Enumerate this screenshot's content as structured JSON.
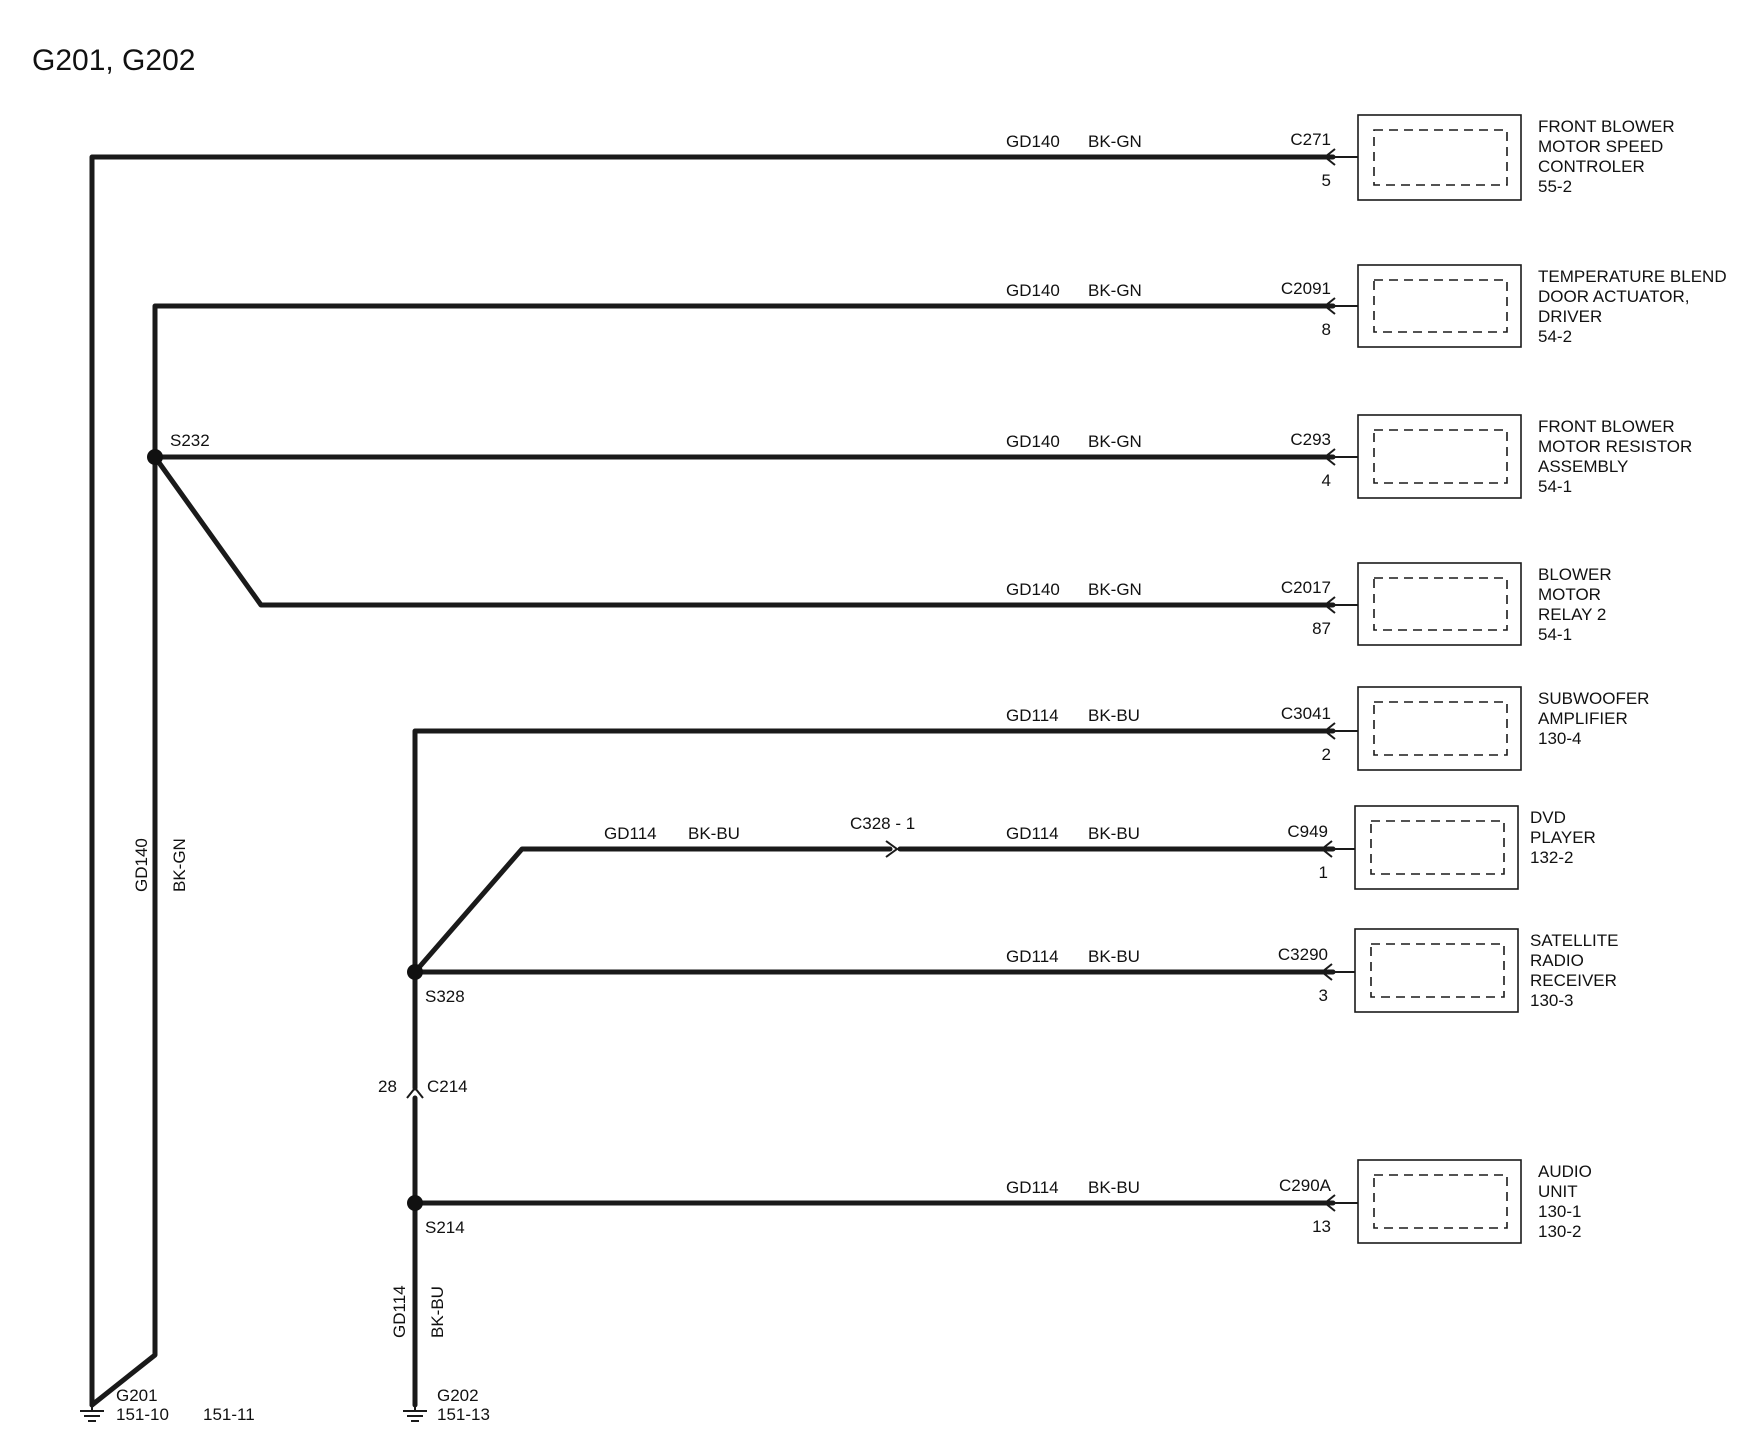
{
  "title": "G201, G202",
  "wire_groups": {
    "gd140": {
      "circuit": "GD140",
      "color": "BK-GN"
    },
    "gd114": {
      "circuit": "GD114",
      "color": "BK-BU"
    }
  },
  "splices": {
    "s232": "S232",
    "s328": "S328",
    "s214": "S214"
  },
  "inline_connectors": {
    "c328": {
      "label": "C328 - 1"
    },
    "c214": {
      "label": "C214",
      "pin": "28"
    }
  },
  "grounds": {
    "g201": {
      "name": "G201",
      "refs": [
        "151-10",
        "151-11"
      ]
    },
    "g202": {
      "name": "G202",
      "refs": [
        "151-13"
      ]
    }
  },
  "branches": [
    {
      "connector": "C271",
      "pin": "5",
      "component": [
        "FRONT BLOWER",
        "MOTOR SPEED",
        "CONTROLER",
        "55-2"
      ]
    },
    {
      "connector": "C2091",
      "pin": "8",
      "component": [
        "TEMPERATURE BLEND",
        "DOOR ACTUATOR,",
        "DRIVER",
        "54-2"
      ]
    },
    {
      "connector": "C293",
      "pin": "4",
      "component": [
        "FRONT BLOWER",
        "MOTOR RESISTOR",
        "ASSEMBLY",
        "54-1"
      ]
    },
    {
      "connector": "C2017",
      "pin": "87",
      "component": [
        "BLOWER",
        "MOTOR",
        "RELAY 2",
        "54-1"
      ]
    },
    {
      "connector": "C3041",
      "pin": "2",
      "component": [
        "SUBWOOFER",
        "AMPLIFIER",
        "130-4"
      ]
    },
    {
      "connector": "C949",
      "pin": "1",
      "component": [
        "DVD",
        "PLAYER",
        "132-2"
      ]
    },
    {
      "connector": "C3290",
      "pin": "3",
      "component": [
        "SATELLITE",
        "RADIO",
        "RECEIVER",
        "130-3"
      ]
    },
    {
      "connector": "C290A",
      "pin": "13",
      "component": [
        "AUDIO",
        "UNIT",
        "130-1",
        "130-2"
      ]
    }
  ]
}
